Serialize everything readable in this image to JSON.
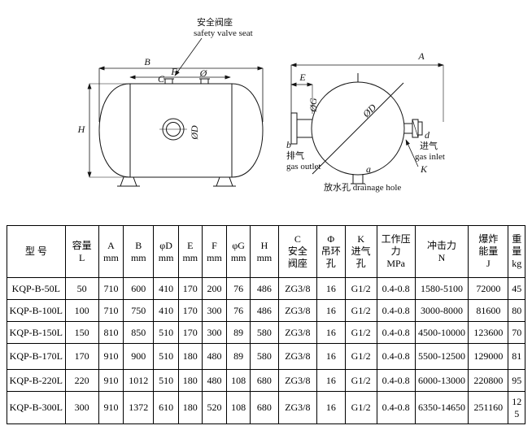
{
  "diagram": {
    "side_view": {
      "safety_valve_label_cn": "安全阀座",
      "safety_valve_label_en": "safety valve seat",
      "dim_b": "B",
      "dim_f": "F",
      "dim_c": "C",
      "dim_phi": "Ø",
      "dim_h": "H",
      "dim_od": "ØD"
    },
    "end_view": {
      "dim_a": "A",
      "dim_e": "E",
      "dim_og": "ØG",
      "dim_od": "ØD",
      "dim_k": "K",
      "outlet_letter": "b",
      "outlet_cn": "排气",
      "outlet_en": "gas outlet",
      "inlet_letter": "d",
      "inlet_cn": "进气",
      "inlet_en": "gas inlet",
      "drain_small_letter": "a",
      "drain_label": "放水孔  drainage hole"
    }
  },
  "table": {
    "headers": [
      [
        "型 号"
      ],
      [
        "容量",
        "L"
      ],
      [
        "A",
        "mm"
      ],
      [
        "B",
        "mm"
      ],
      [
        "φD",
        "mm"
      ],
      [
        "E",
        "mm"
      ],
      [
        "F",
        "mm"
      ],
      [
        "φG",
        "mm"
      ],
      [
        "H",
        "mm"
      ],
      [
        "C",
        "安全",
        "阀座"
      ],
      [
        "Φ",
        "吊环",
        "孔"
      ],
      [
        "K",
        "进气",
        "孔"
      ],
      [
        "工作压",
        "力",
        "MPa"
      ],
      [
        "冲击力",
        "N"
      ],
      [
        "爆炸",
        "能量",
        "J"
      ],
      [
        "重",
        "量",
        "kg"
      ]
    ],
    "rows": [
      [
        "KQP-B-50L",
        "50",
        "710",
        "600",
        "410",
        "170",
        "200",
        "76",
        "486",
        "ZG3/8",
        "16",
        "G1/2",
        "0.4-0.8",
        "1580-5100",
        "72000",
        "45"
      ],
      [
        "KQP-B-100L",
        "100",
        "710",
        "750",
        "410",
        "170",
        "300",
        "76",
        "486",
        "ZG3/8",
        "16",
        "G1/2",
        "0.4-0.8",
        "3000-8000",
        "81600",
        "80"
      ],
      [
        "KQP-B-150L",
        "150",
        "810",
        "850",
        "510",
        "170",
        "300",
        "89",
        "580",
        "ZG3/8",
        "16",
        "G1/2",
        "0.4-0.8",
        "4500-10000",
        "123600",
        "70"
      ],
      [
        "KQP-B-170L",
        "170",
        "910",
        "900",
        "510",
        "180",
        "480",
        "89",
        "580",
        "ZG3/8",
        "16",
        "G1/2",
        "0.4-0.8",
        "5500-12500",
        "129000",
        "81"
      ],
      [
        "KQP-B-220L",
        "220",
        "910",
        "1012",
        "510",
        "180",
        "480",
        "108",
        "680",
        "ZG3/8",
        "16",
        "G1/2",
        "0.4-0.8",
        "6000-13000",
        "220800",
        "95"
      ],
      [
        "KQP-B-300L",
        "300",
        "910",
        "1372",
        "610",
        "180",
        "520",
        "108",
        "680",
        "ZG3/8",
        "16",
        "G1/2",
        "0.4-0.8",
        "6350-14650",
        "251160",
        "125"
      ]
    ]
  }
}
